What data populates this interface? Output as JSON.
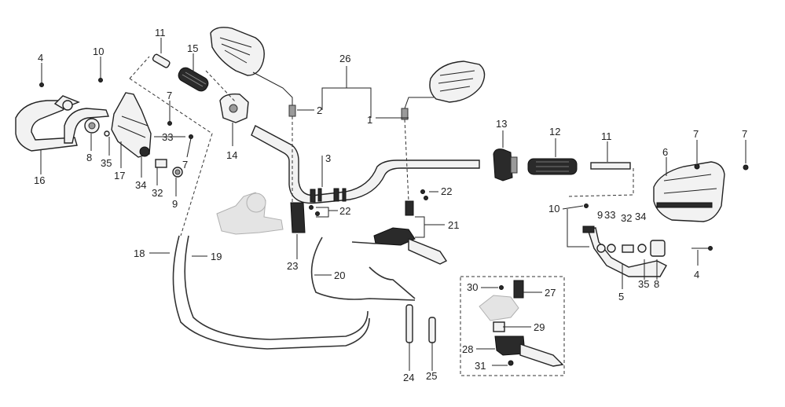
{
  "labels": {
    "l1": "1",
    "l2": "2",
    "l3": "3",
    "l4a": "4",
    "l4b": "4",
    "l5": "5",
    "l6": "6",
    "l7a": "7",
    "l7b": "7",
    "l7c": "7",
    "l7d": "7",
    "l8a": "8",
    "l8b": "8",
    "l9a": "9",
    "l9b": "9",
    "l10a": "10",
    "l10b": "10",
    "l11a": "11",
    "l11b": "11",
    "l12": "12",
    "l13": "13",
    "l14": "14",
    "l15": "15",
    "l16": "16",
    "l17": "17",
    "l18": "18",
    "l19": "19",
    "l20": "20",
    "l21": "21",
    "l22a": "22",
    "l22b": "22",
    "l23": "23",
    "l24": "24",
    "l25": "25",
    "l26": "26",
    "l27": "27",
    "l28": "28",
    "l29": "29",
    "l30": "30",
    "l31": "31",
    "l32a": "32",
    "l32b": "32",
    "l33a": "33",
    "l33b": "33",
    "l34a": "34",
    "l34b": "34",
    "l35a": "35",
    "l35b": "35"
  }
}
